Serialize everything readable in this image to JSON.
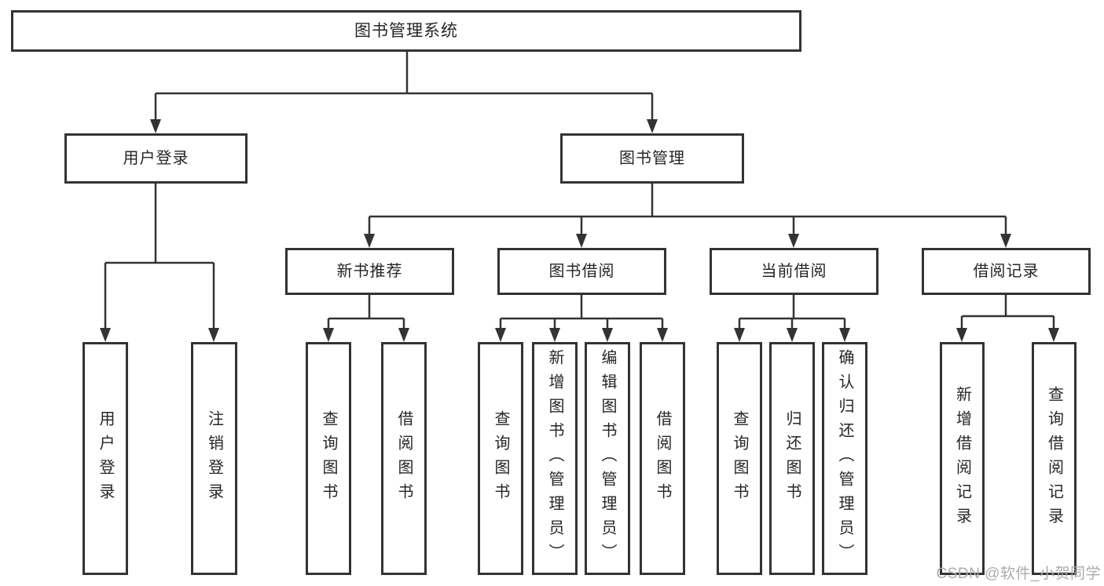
{
  "diagram": {
    "tree": {
      "label": "图书管理系统",
      "children": [
        {
          "label": "用户登录",
          "children": [
            {
              "label": "用户登录"
            },
            {
              "label": "注销登录"
            }
          ]
        },
        {
          "label": "图书管理",
          "children": [
            {
              "label": "新书推荐",
              "children": [
                {
                  "label": "查询图书"
                },
                {
                  "label": "借阅图书"
                }
              ]
            },
            {
              "label": "图书借阅",
              "children": [
                {
                  "label": "查询图书"
                },
                {
                  "label": "新增图书（管理员）"
                },
                {
                  "label": "编辑图书（管理员）"
                },
                {
                  "label": "借阅图书"
                }
              ]
            },
            {
              "label": "当前借阅",
              "children": [
                {
                  "label": "查询图书"
                },
                {
                  "label": "归还图书"
                },
                {
                  "label": "确认归还（管理员）"
                }
              ]
            },
            {
              "label": "借阅记录",
              "children": [
                {
                  "label": "新增借阅记录"
                },
                {
                  "label": "查询借阅记录"
                }
              ]
            }
          ]
        }
      ]
    }
  },
  "watermark": {
    "text": "CSDN @软件_小贺同学"
  },
  "colors": {
    "line": "#333333",
    "box_border": "#333333",
    "box_fill": "#ffffff",
    "text": "#262626",
    "watermark": "#ababab",
    "background": "#ffffff"
  }
}
